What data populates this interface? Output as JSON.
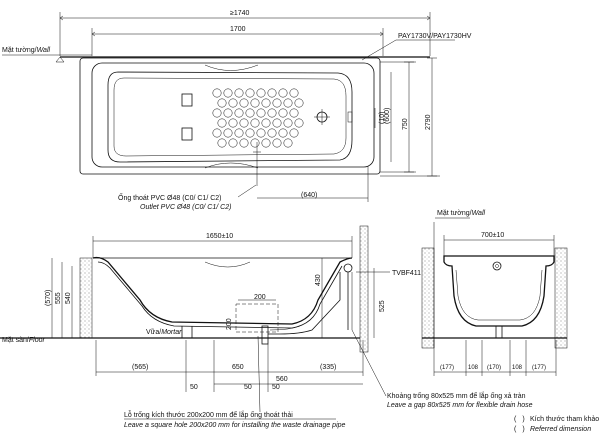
{
  "top_view": {
    "dim_overall": "≥1740",
    "dim_length": "1700",
    "model": "PAY1730V/PAY1730HV",
    "wall_label": "Mặt tường/",
    "wall_label_en": "Wall",
    "dim_height_total": "2790",
    "dim_750": "750",
    "dim_600": "(600)",
    "dim_10": "(10)",
    "dim_640": "(640)",
    "outlet_vi": "Ống thoát PVC Ø48 (C0/ C1/ C2)",
    "outlet_en": "Outlet PVC Ø48 (C0/ C1/ C2)"
  },
  "side_view": {
    "dim_1650": "1650±10",
    "dim_570": "(570)",
    "dim_555": "555",
    "dim_540": "540",
    "dim_430": "430",
    "dim_525": "525",
    "dim_200_top": "200",
    "dim_200_side": "200",
    "dim_565": "(565)",
    "dim_650": "650",
    "dim_560": "560",
    "dim_335": "(335)",
    "dim_50a": "50",
    "dim_50b": "50",
    "dim_50c": "50",
    "floor_label": "Mặt sàn/",
    "floor_label_en": "Floor",
    "mortar_label": "Vữa/",
    "mortar_label_en": "Mortar",
    "tvbf": "TVBF411"
  },
  "end_view": {
    "wall_label": "Mặt tường/",
    "wall_label_en": "Wall",
    "dim_700": "700±10",
    "dim_177a": "(177)",
    "dim_108a": "108",
    "dim_170": "(170)",
    "dim_108b": "108",
    "dim_177b": "(177)"
  },
  "notes": {
    "drain_vi": "Khoảng trống 80x525 mm để lắp ống xả tràn",
    "drain_en": "Leave a gap 80x525 mm for flexible drain hose",
    "hole_vi": "Lỗ trống kích thước 200x200 mm để lắp ống thoát thải",
    "hole_en": "Leave a square hole  200x200 mm for installing the waste drainage pipe"
  },
  "legend": {
    "measured": "Kích thước tham khảo",
    "referred": "Referred dimension",
    "paren_open": "(",
    "paren_close": ")"
  }
}
